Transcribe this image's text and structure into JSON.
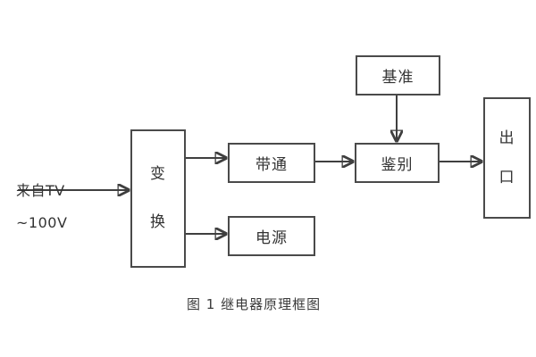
{
  "figure": {
    "caption": "图 1 继电器原理框图",
    "background_color": "#ffffff",
    "line_color": "#3f3f3f",
    "box_border_color": "#4a4a4a",
    "text_color": "#333333"
  },
  "input": {
    "line1": "来自TV",
    "line2": "~100V"
  },
  "blocks": {
    "convert": {
      "label_char1": "变",
      "label_char2": "换"
    },
    "bandpass": {
      "label": "带通"
    },
    "power": {
      "label": "电源"
    },
    "reference": {
      "label": "基准"
    },
    "discriminate": {
      "label": "鉴别"
    },
    "output": {
      "label_char1": "出",
      "label_char2": "口"
    }
  },
  "connections": [
    {
      "name": "source-to-convert",
      "from": "来自TV ~100V",
      "to": "变换"
    },
    {
      "name": "convert-to-bandpass",
      "from": "变换",
      "to": "带通"
    },
    {
      "name": "convert-to-power",
      "from": "变换",
      "to": "电源"
    },
    {
      "name": "bandpass-to-discriminate",
      "from": "带通",
      "to": "鉴别"
    },
    {
      "name": "reference-to-discriminate",
      "from": "基准",
      "to": "鉴别"
    },
    {
      "name": "discriminate-to-output",
      "from": "鉴别",
      "to": "出口"
    }
  ]
}
